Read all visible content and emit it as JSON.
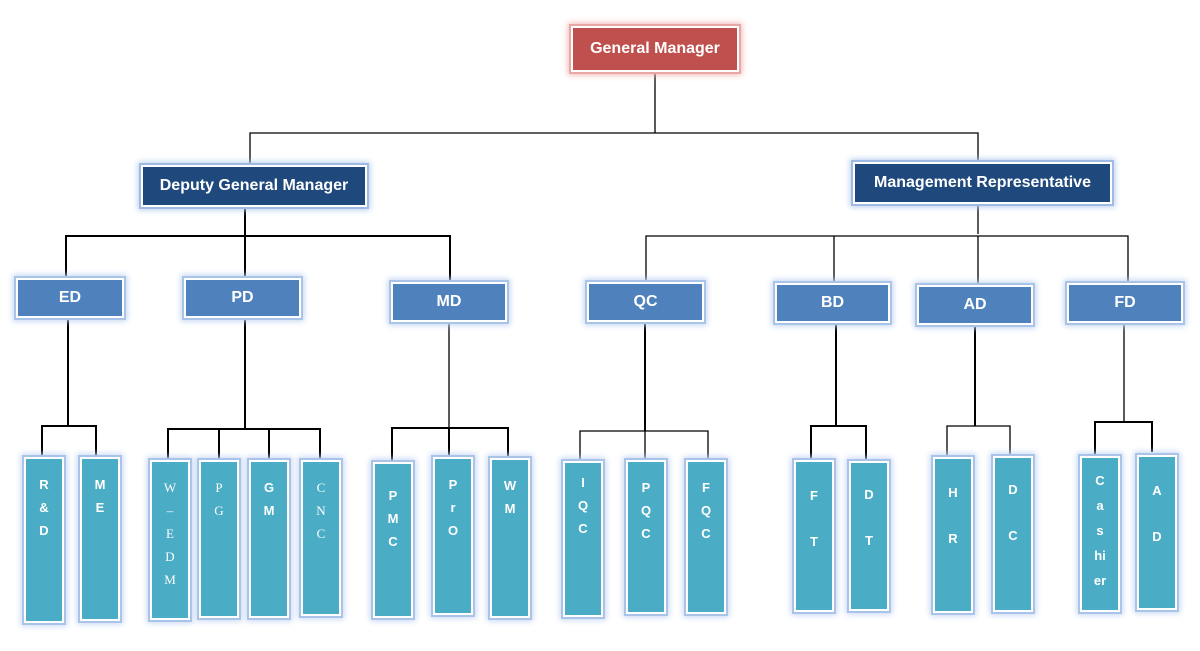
{
  "top": "General Manager",
  "deputies": {
    "left": "Deputy General Manager",
    "right": "Management Representative"
  },
  "departments": [
    "ED",
    "PD",
    "MD",
    "QC",
    "BD",
    "AD",
    "FD"
  ],
  "units": {
    "ed": [
      [
        "R",
        "&",
        "D"
      ],
      [
        "M",
        "E"
      ]
    ],
    "pd": [
      [
        "W",
        "–",
        "E",
        "D",
        "M"
      ],
      [
        "P",
        "G"
      ],
      [
        "G",
        "M"
      ],
      [
        "C",
        "N",
        "C"
      ]
    ],
    "md": [
      [
        "P",
        "M",
        "C"
      ],
      [
        "P",
        "r",
        "O"
      ],
      [
        "W",
        "M"
      ]
    ],
    "qc": [
      [
        "I",
        "Q",
        "C"
      ],
      [
        "P",
        "Q",
        "C"
      ],
      [
        "F",
        "Q",
        "C"
      ]
    ],
    "bd": [
      [
        "F",
        "",
        "T"
      ],
      [
        "D",
        "",
        "T"
      ]
    ],
    "ad": [
      [
        "H",
        "",
        "R"
      ],
      [
        "D",
        "",
        "C"
      ]
    ],
    "fd": [
      [
        "C",
        "a",
        "s",
        "hi",
        "er"
      ],
      [
        "A",
        "",
        "D"
      ]
    ]
  }
}
